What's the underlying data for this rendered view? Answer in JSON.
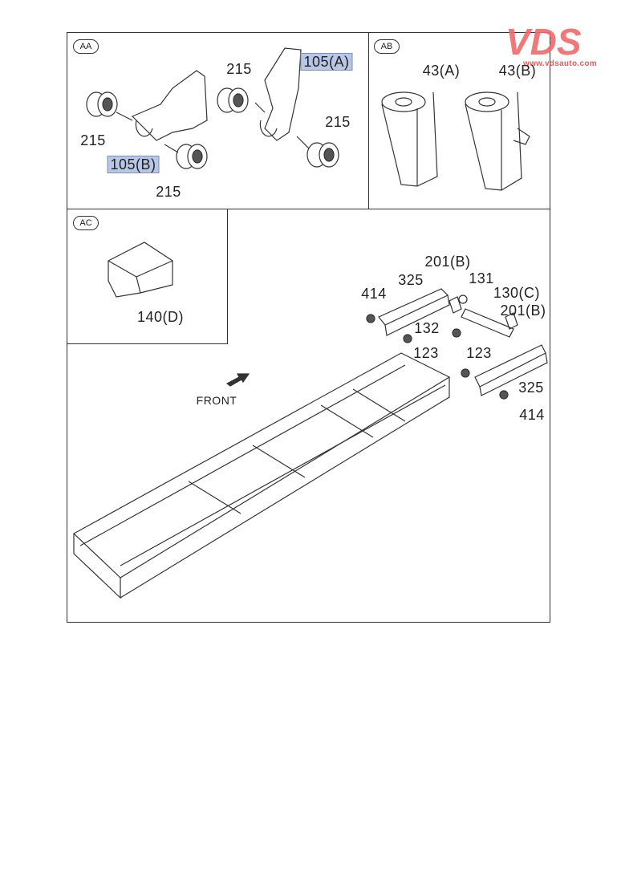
{
  "watermark": {
    "brand": "VDS",
    "url": "www.vdsauto.com",
    "color": "#f06a6a"
  },
  "panels": {
    "aa": {
      "badge": "AA",
      "labels": [
        "215",
        "105(B)",
        "215",
        "215",
        "105(A)",
        "215"
      ]
    },
    "ab": {
      "badge": "AB",
      "labels": [
        "43(A)",
        "43(B)"
      ]
    },
    "ac": {
      "badge": "AC",
      "labels": [
        "140(D)"
      ]
    },
    "main": {
      "direction_label": "FRONT",
      "labels": [
        "201(B)",
        "325",
        "131",
        "414",
        "130(C)",
        "201(B)",
        "132",
        "123",
        "123",
        "325",
        "414"
      ]
    }
  },
  "highlight_color": "#b9c7e6"
}
